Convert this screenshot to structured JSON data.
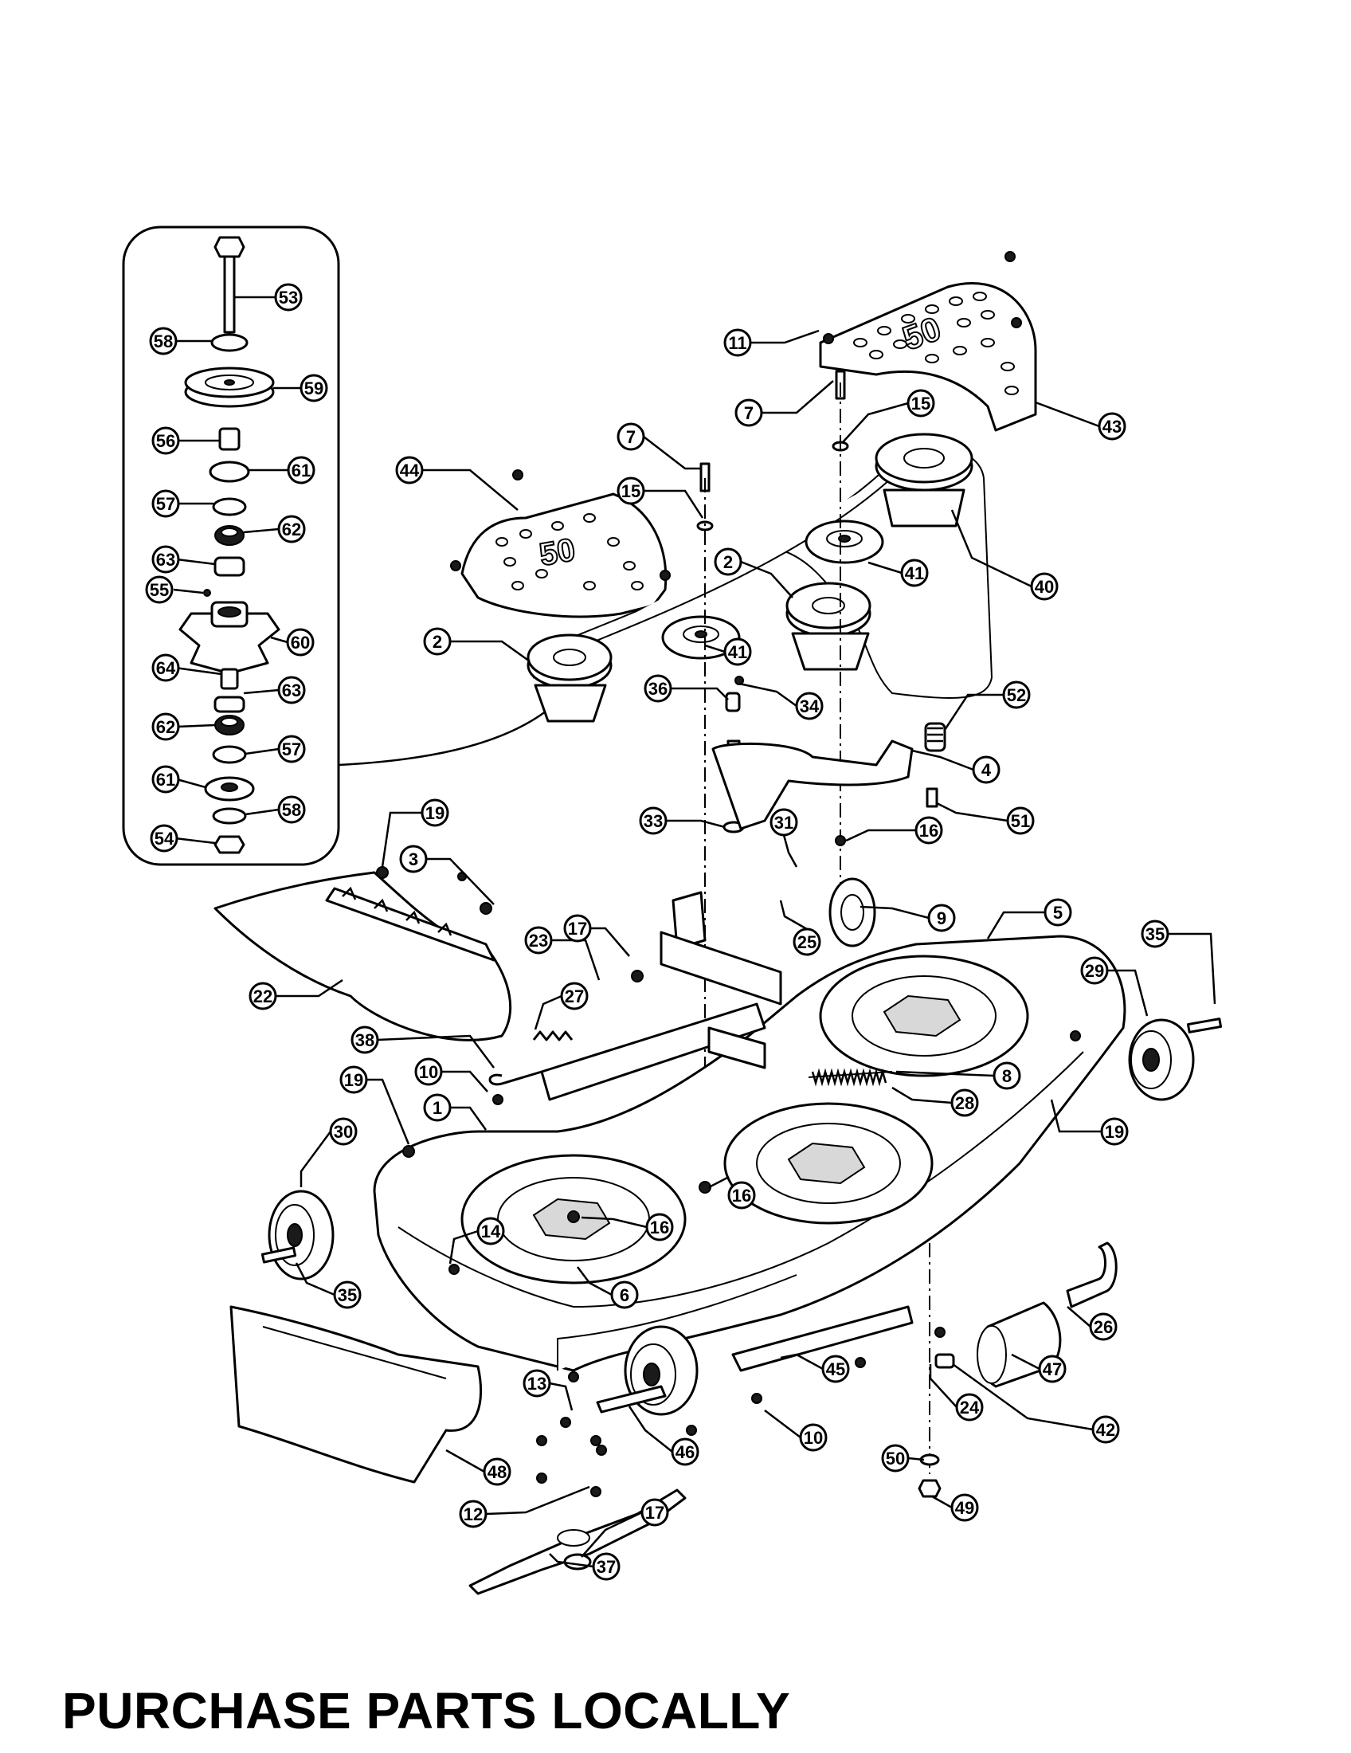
{
  "footer": {
    "text": "PURCHASE PARTS LOCALLY"
  },
  "callouts": [
    {
      "id": "53",
      "label": "53"
    },
    {
      "id": "58a",
      "label": "58"
    },
    {
      "id": "59",
      "label": "59"
    },
    {
      "id": "56",
      "label": "56"
    },
    {
      "id": "61a",
      "label": "61"
    },
    {
      "id": "57a",
      "label": "57"
    },
    {
      "id": "62a",
      "label": "62"
    },
    {
      "id": "63a",
      "label": "63"
    },
    {
      "id": "55",
      "label": "55"
    },
    {
      "id": "60",
      "label": "60"
    },
    {
      "id": "64",
      "label": "64"
    },
    {
      "id": "63b",
      "label": "63"
    },
    {
      "id": "62b",
      "label": "62"
    },
    {
      "id": "57b",
      "label": "57"
    },
    {
      "id": "61b",
      "label": "61"
    },
    {
      "id": "58b",
      "label": "58"
    },
    {
      "id": "54",
      "label": "54"
    },
    {
      "id": "11",
      "label": "11"
    },
    {
      "id": "7a",
      "label": "7"
    },
    {
      "id": "15a",
      "label": "15"
    },
    {
      "id": "43",
      "label": "43"
    },
    {
      "id": "7b",
      "label": "7"
    },
    {
      "id": "44",
      "label": "44"
    },
    {
      "id": "15b",
      "label": "15"
    },
    {
      "id": "41a",
      "label": "41"
    },
    {
      "id": "40",
      "label": "40"
    },
    {
      "id": "2a",
      "label": "2"
    },
    {
      "id": "2b",
      "label": "2"
    },
    {
      "id": "41b",
      "label": "41"
    },
    {
      "id": "36",
      "label": "36"
    },
    {
      "id": "34",
      "label": "34"
    },
    {
      "id": "52",
      "label": "52"
    },
    {
      "id": "4",
      "label": "4"
    },
    {
      "id": "51",
      "label": "51"
    },
    {
      "id": "16a",
      "label": "16"
    },
    {
      "id": "19a",
      "label": "19"
    },
    {
      "id": "33",
      "label": "33"
    },
    {
      "id": "31",
      "label": "31"
    },
    {
      "id": "3",
      "label": "3"
    },
    {
      "id": "9",
      "label": "9"
    },
    {
      "id": "25",
      "label": "25"
    },
    {
      "id": "5",
      "label": "5"
    },
    {
      "id": "17a",
      "label": "17"
    },
    {
      "id": "23",
      "label": "23"
    },
    {
      "id": "35a",
      "label": "35"
    },
    {
      "id": "29",
      "label": "29"
    },
    {
      "id": "22",
      "label": "22"
    },
    {
      "id": "27",
      "label": "27"
    },
    {
      "id": "38",
      "label": "38"
    },
    {
      "id": "8",
      "label": "8"
    },
    {
      "id": "10a",
      "label": "10"
    },
    {
      "id": "19b",
      "label": "19"
    },
    {
      "id": "28",
      "label": "28"
    },
    {
      "id": "19c",
      "label": "19"
    },
    {
      "id": "1",
      "label": "1"
    },
    {
      "id": "30",
      "label": "30"
    },
    {
      "id": "16b",
      "label": "16"
    },
    {
      "id": "16c",
      "label": "16"
    },
    {
      "id": "14",
      "label": "14"
    },
    {
      "id": "6",
      "label": "6"
    },
    {
      "id": "35b",
      "label": "35"
    },
    {
      "id": "26",
      "label": "26"
    },
    {
      "id": "45",
      "label": "45"
    },
    {
      "id": "47",
      "label": "47"
    },
    {
      "id": "13",
      "label": "13"
    },
    {
      "id": "24",
      "label": "24"
    },
    {
      "id": "46",
      "label": "46"
    },
    {
      "id": "10b",
      "label": "10"
    },
    {
      "id": "42",
      "label": "42"
    },
    {
      "id": "48",
      "label": "48"
    },
    {
      "id": "50",
      "label": "50"
    },
    {
      "id": "12",
      "label": "12"
    },
    {
      "id": "17b",
      "label": "17"
    },
    {
      "id": "49",
      "label": "49"
    },
    {
      "id": "37",
      "label": "37"
    }
  ]
}
